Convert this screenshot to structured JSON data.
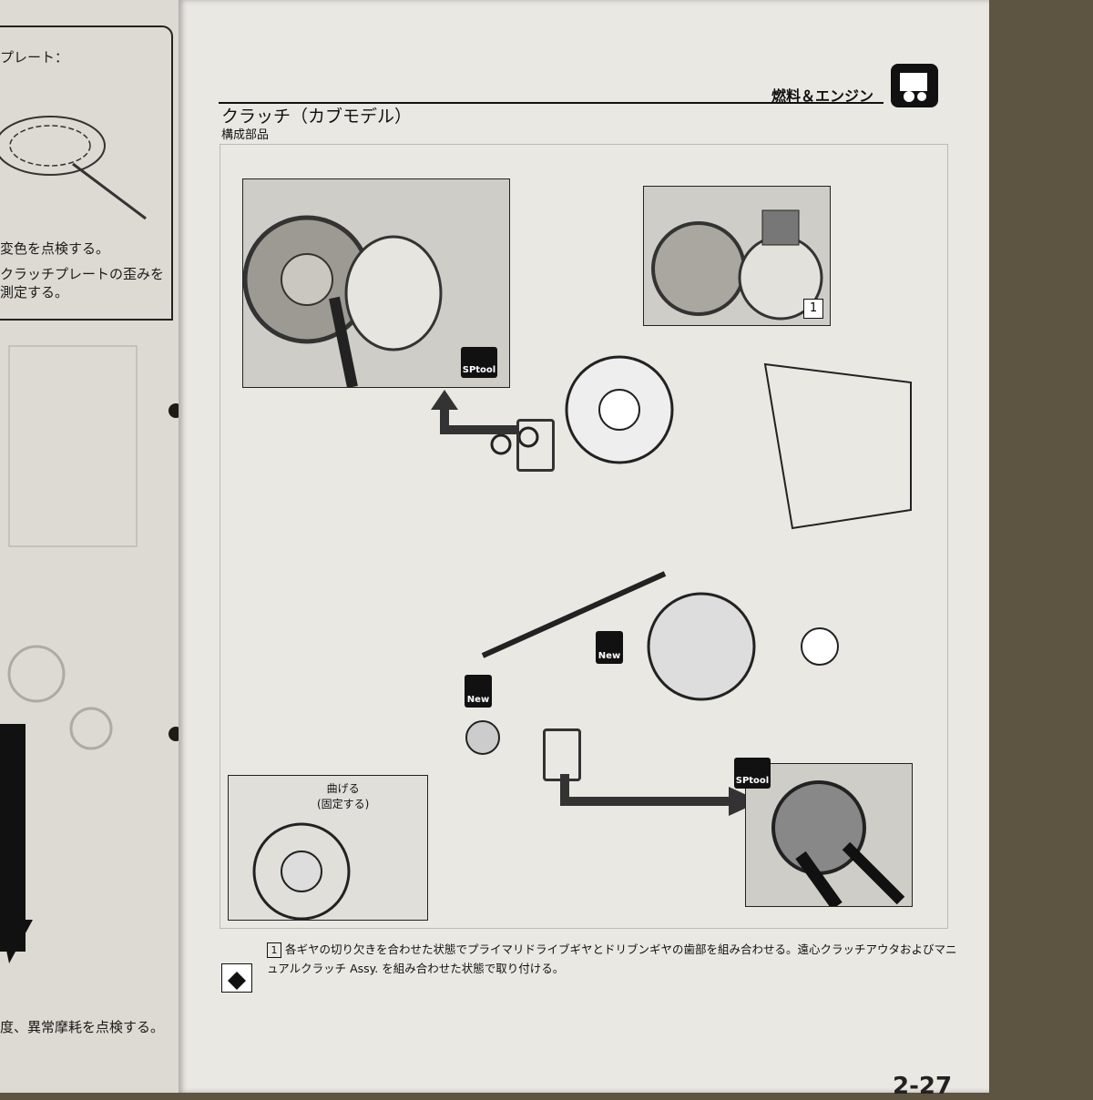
{
  "left_page": {
    "lines": [
      "プレート：",
      "変色を点検する。",
      "クラッチプレートの歪みを",
      "測定する。",
      "度、異常摩耗を点検する。"
    ]
  },
  "header": {
    "section": "燃料＆エンジン",
    "icon": "engine-icon"
  },
  "title": "クラッチ（カブモデル）",
  "subtitle": "構成部品",
  "figure": {
    "sp_tool_label": "SPtool",
    "new_label": "New",
    "callout_number": "1",
    "bent_label_line1": "曲げる",
    "bent_label_line2": "(固定する)"
  },
  "note": {
    "number": "1",
    "text": "各ギヤの切り欠きを合わせた状態でプライマリドライブギヤとドリブンギヤの歯部を組み合わせる。遠心クラッチアウタおよびマニュアルクラッチ Assy. を組み合わせた状態で取り付ける。"
  },
  "page_number": "2-27",
  "colors": {
    "ink": "#111111",
    "paper": "#e9e8e3",
    "ghost": "#aaaaaa"
  }
}
